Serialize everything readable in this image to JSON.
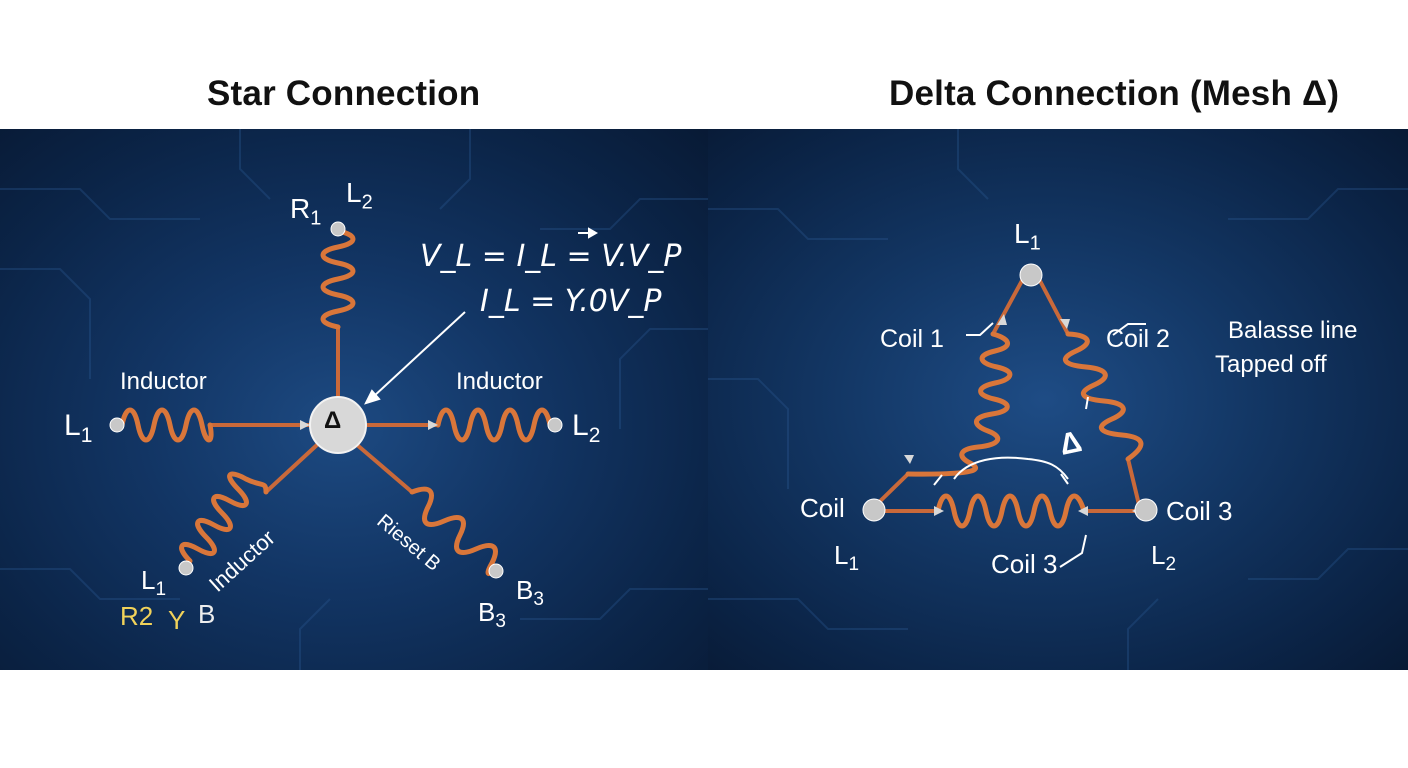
{
  "titles": {
    "star": "Star Connection",
    "delta": "Delta Connection (Mesh Δ)"
  },
  "star": {
    "labels": {
      "r1": "R",
      "r1_sub": "1",
      "top_l2": "L",
      "top_l2_sub": "2",
      "left_l1": "L",
      "left_l1_sub": "1",
      "right_l2": "L",
      "right_l2_sub": "2",
      "bottom_l1": "L",
      "bottom_l1_sub": "1",
      "b3_a": "B",
      "b3_a_sub": "3",
      "b3_b": "B",
      "b3_b_sub": "3",
      "inductor_left": "Inductor",
      "inductor_right": "Inductor",
      "inductor_diag": "Inductor",
      "rieset": "Rieset B",
      "r2": "R2",
      "y": "Y",
      "b": "B",
      "center_symbol": "Δ"
    },
    "formula": {
      "line1": "V_L = I_L = V.V_P",
      "line2": "I_L = Y.0V_P"
    },
    "colors": {
      "coil": "#d9763a",
      "wire": "#c9693a",
      "terminal": "#c8c8c8",
      "node": "#d8d8d8"
    }
  },
  "delta": {
    "labels": {
      "top_l1": "L",
      "top_l1_sub": "1",
      "coil1": "Coil 1",
      "coil2": "Coil 2",
      "balasse": "Balasse line",
      "tapped": "Tapped off",
      "coil_left": "Coil",
      "coil3_right": "Coil 3",
      "coil3_bottom": "Coil 3",
      "left_l1": "L",
      "left_l1_sub": "1",
      "right_l2": "L",
      "right_l2_sub": "2",
      "delta_mark": "Δ"
    },
    "colors": {
      "coil": "#d9763a",
      "wire": "#c9693a",
      "terminal": "#c8c8c8"
    }
  }
}
